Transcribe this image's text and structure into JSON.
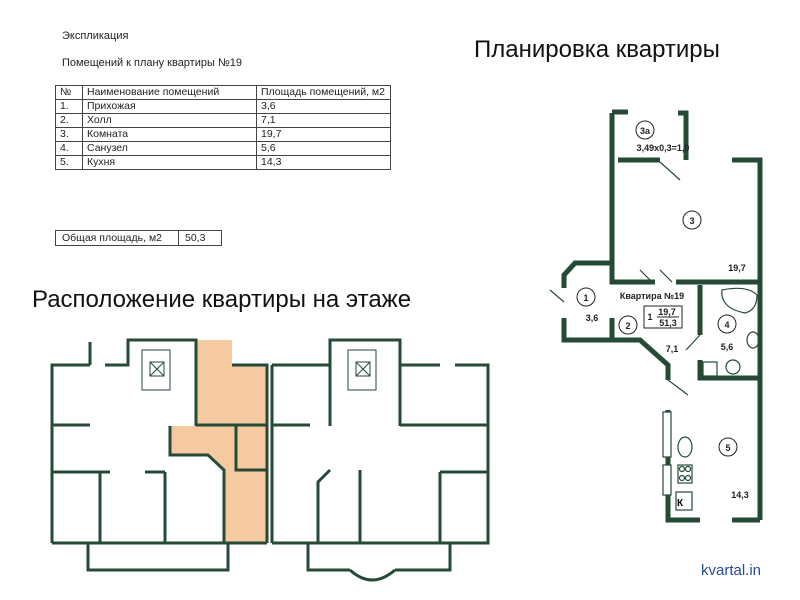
{
  "explication": {
    "title": "Экспликация",
    "subtitle": "Помещений к плану квартиры №19",
    "headers": [
      "№",
      "Наименование помещений",
      "Площадь помещений, м2"
    ],
    "rows": [
      {
        "num": "1.",
        "name": "Прихожая",
        "area": "3,6"
      },
      {
        "num": "2.",
        "name": "Холл",
        "area": "7,1"
      },
      {
        "num": "3.",
        "name": "Комната",
        "area": "19,7"
      },
      {
        "num": "4.",
        "name": "Санузел",
        "area": "5,6"
      },
      {
        "num": "5.",
        "name": "Кухня",
        "area": "14,3"
      }
    ],
    "total_label": "Общая площадь, м2",
    "total_value": "50,3"
  },
  "plan": {
    "title": "Планировка квартиры",
    "apartment_label": "Квартира №19",
    "rooms_count": "1",
    "living_area": "19,7",
    "total_area": "51,3",
    "rooms": [
      {
        "id": "1",
        "area": "3,6"
      },
      {
        "id": "2",
        "area": "7,1"
      },
      {
        "id": "3",
        "area": "19,7"
      },
      {
        "id": "4",
        "area": "5,6"
      },
      {
        "id": "5",
        "area": "14,3"
      },
      {
        "id": "3а",
        "area": "3,49x0,3=1,0"
      }
    ],
    "stove_label": "К",
    "wall_color": "#254a36"
  },
  "floor": {
    "title": "Расположение квартиры на этаже",
    "highlight_color": "#f6caa0"
  },
  "watermark": "kvartal.in"
}
